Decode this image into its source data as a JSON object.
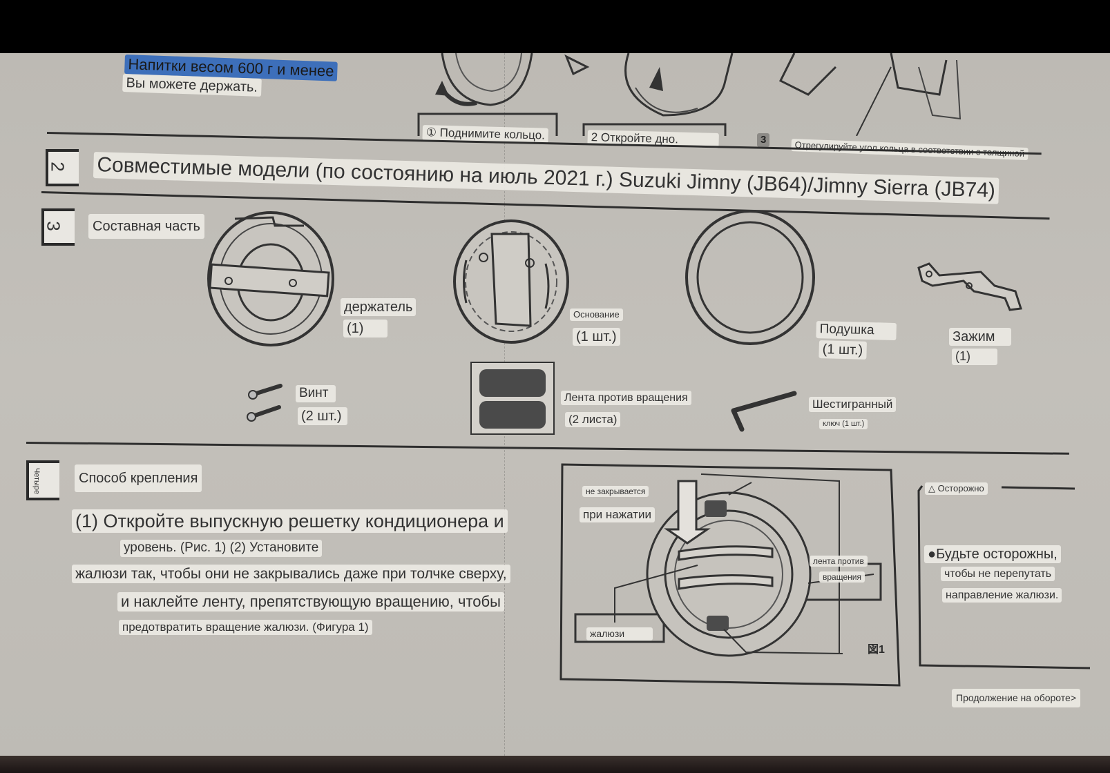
{
  "header_notes": {
    "drinks_weight": "Напитки весом 600 г и менее",
    "can_hold": "Вы можете держать.",
    "step1": "① Поднимите кольцо.",
    "step2": "2 Откройте дно.",
    "step3_num": "3",
    "step3": "Отрегулируйте угол кольца в соответствии с толщиной"
  },
  "section2": {
    "number": "2",
    "text": "Совместимые модели (по состоянию на июль 2021 г.) Suzuki Jimny (JB64)/Jimny Sierra (JB74)"
  },
  "section3": {
    "number": "3",
    "title": "Составная часть",
    "parts": [
      {
        "name": "держатель",
        "qty": "(1)"
      },
      {
        "name": "Основание",
        "qty": "(1 шт.)"
      },
      {
        "name": "Подушка",
        "qty": "(1 шт.)"
      },
      {
        "name": "Зажим",
        "qty": "(1)"
      },
      {
        "name": "Винт",
        "qty": "(2 шт.)"
      },
      {
        "name": "Лента против вращения",
        "qty": "(2 листа)"
      },
      {
        "name": "Шестигранный",
        "qty": "ключ (1 шт.)"
      }
    ]
  },
  "section4": {
    "number": "Четыре",
    "title": "Способ крепления",
    "lines": [
      "(1) Откройте выпускную решетку кондиционера и",
      "уровень. (Рис. 1) (2) Установите",
      "жалюзи так, чтобы они не закрывались даже при толчке сверху,",
      "и наклейте ленту, препятствующую вращению, чтобы",
      "предотвратить вращение жалюзи. (Фигура 1)"
    ],
    "figure": {
      "no_close": "не закрывается",
      "on_press": "при нажатии",
      "tape_1": "лента против",
      "tape_2": "вращения",
      "louver": "жалюзи",
      "fig_label": "図1"
    },
    "caution": {
      "title": "△ Осторожно",
      "lines": [
        "●Будьте осторожны,",
        "чтобы не перепутать",
        "направление жалюзи."
      ]
    }
  },
  "footer": {
    "continued": "Продолжение на обороте>"
  },
  "colors": {
    "highlight": "#3d6fba",
    "paper": "#c0bdb7",
    "ink": "#2e2e2e"
  }
}
